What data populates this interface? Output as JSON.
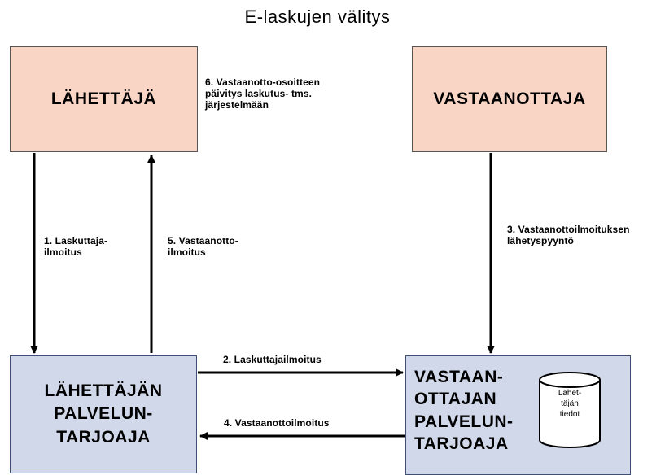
{
  "title": "E-laskujen välitys",
  "boxes": {
    "sender": "LÄHETTÄJÄ",
    "receiver": "VASTAANOTTAJA",
    "sender_service_provider": "LÄHETTÄJÄN\nPALVELUN-\nTARJOAJA",
    "receiver_service_provider": "VASTAAN-\nOTTAJAN\nPALVELUN-\nTARJOAJA"
  },
  "database": {
    "label": "Lähet-\ntäjän\ntiedot"
  },
  "steps": {
    "step1": "1. Laskuttaja-\n    ilmoitus",
    "step2": "2. Laskuttajailmoitus",
    "step3": "3. Vastaanottoilmoituksen\n    lähetyspyyntö",
    "step4": "4. Vastaanottoilmoitus",
    "step5": "5. Vastaanotto-\n    ilmoitus",
    "step6": "6. Vastaanotto-osoitteen\n    päivitys laskutus- tms.\n    järjestelmään"
  },
  "colors": {
    "party_fill": "#f9d5c6",
    "service_provider_fill": "#d0d8ea",
    "arrow": "#000000"
  }
}
